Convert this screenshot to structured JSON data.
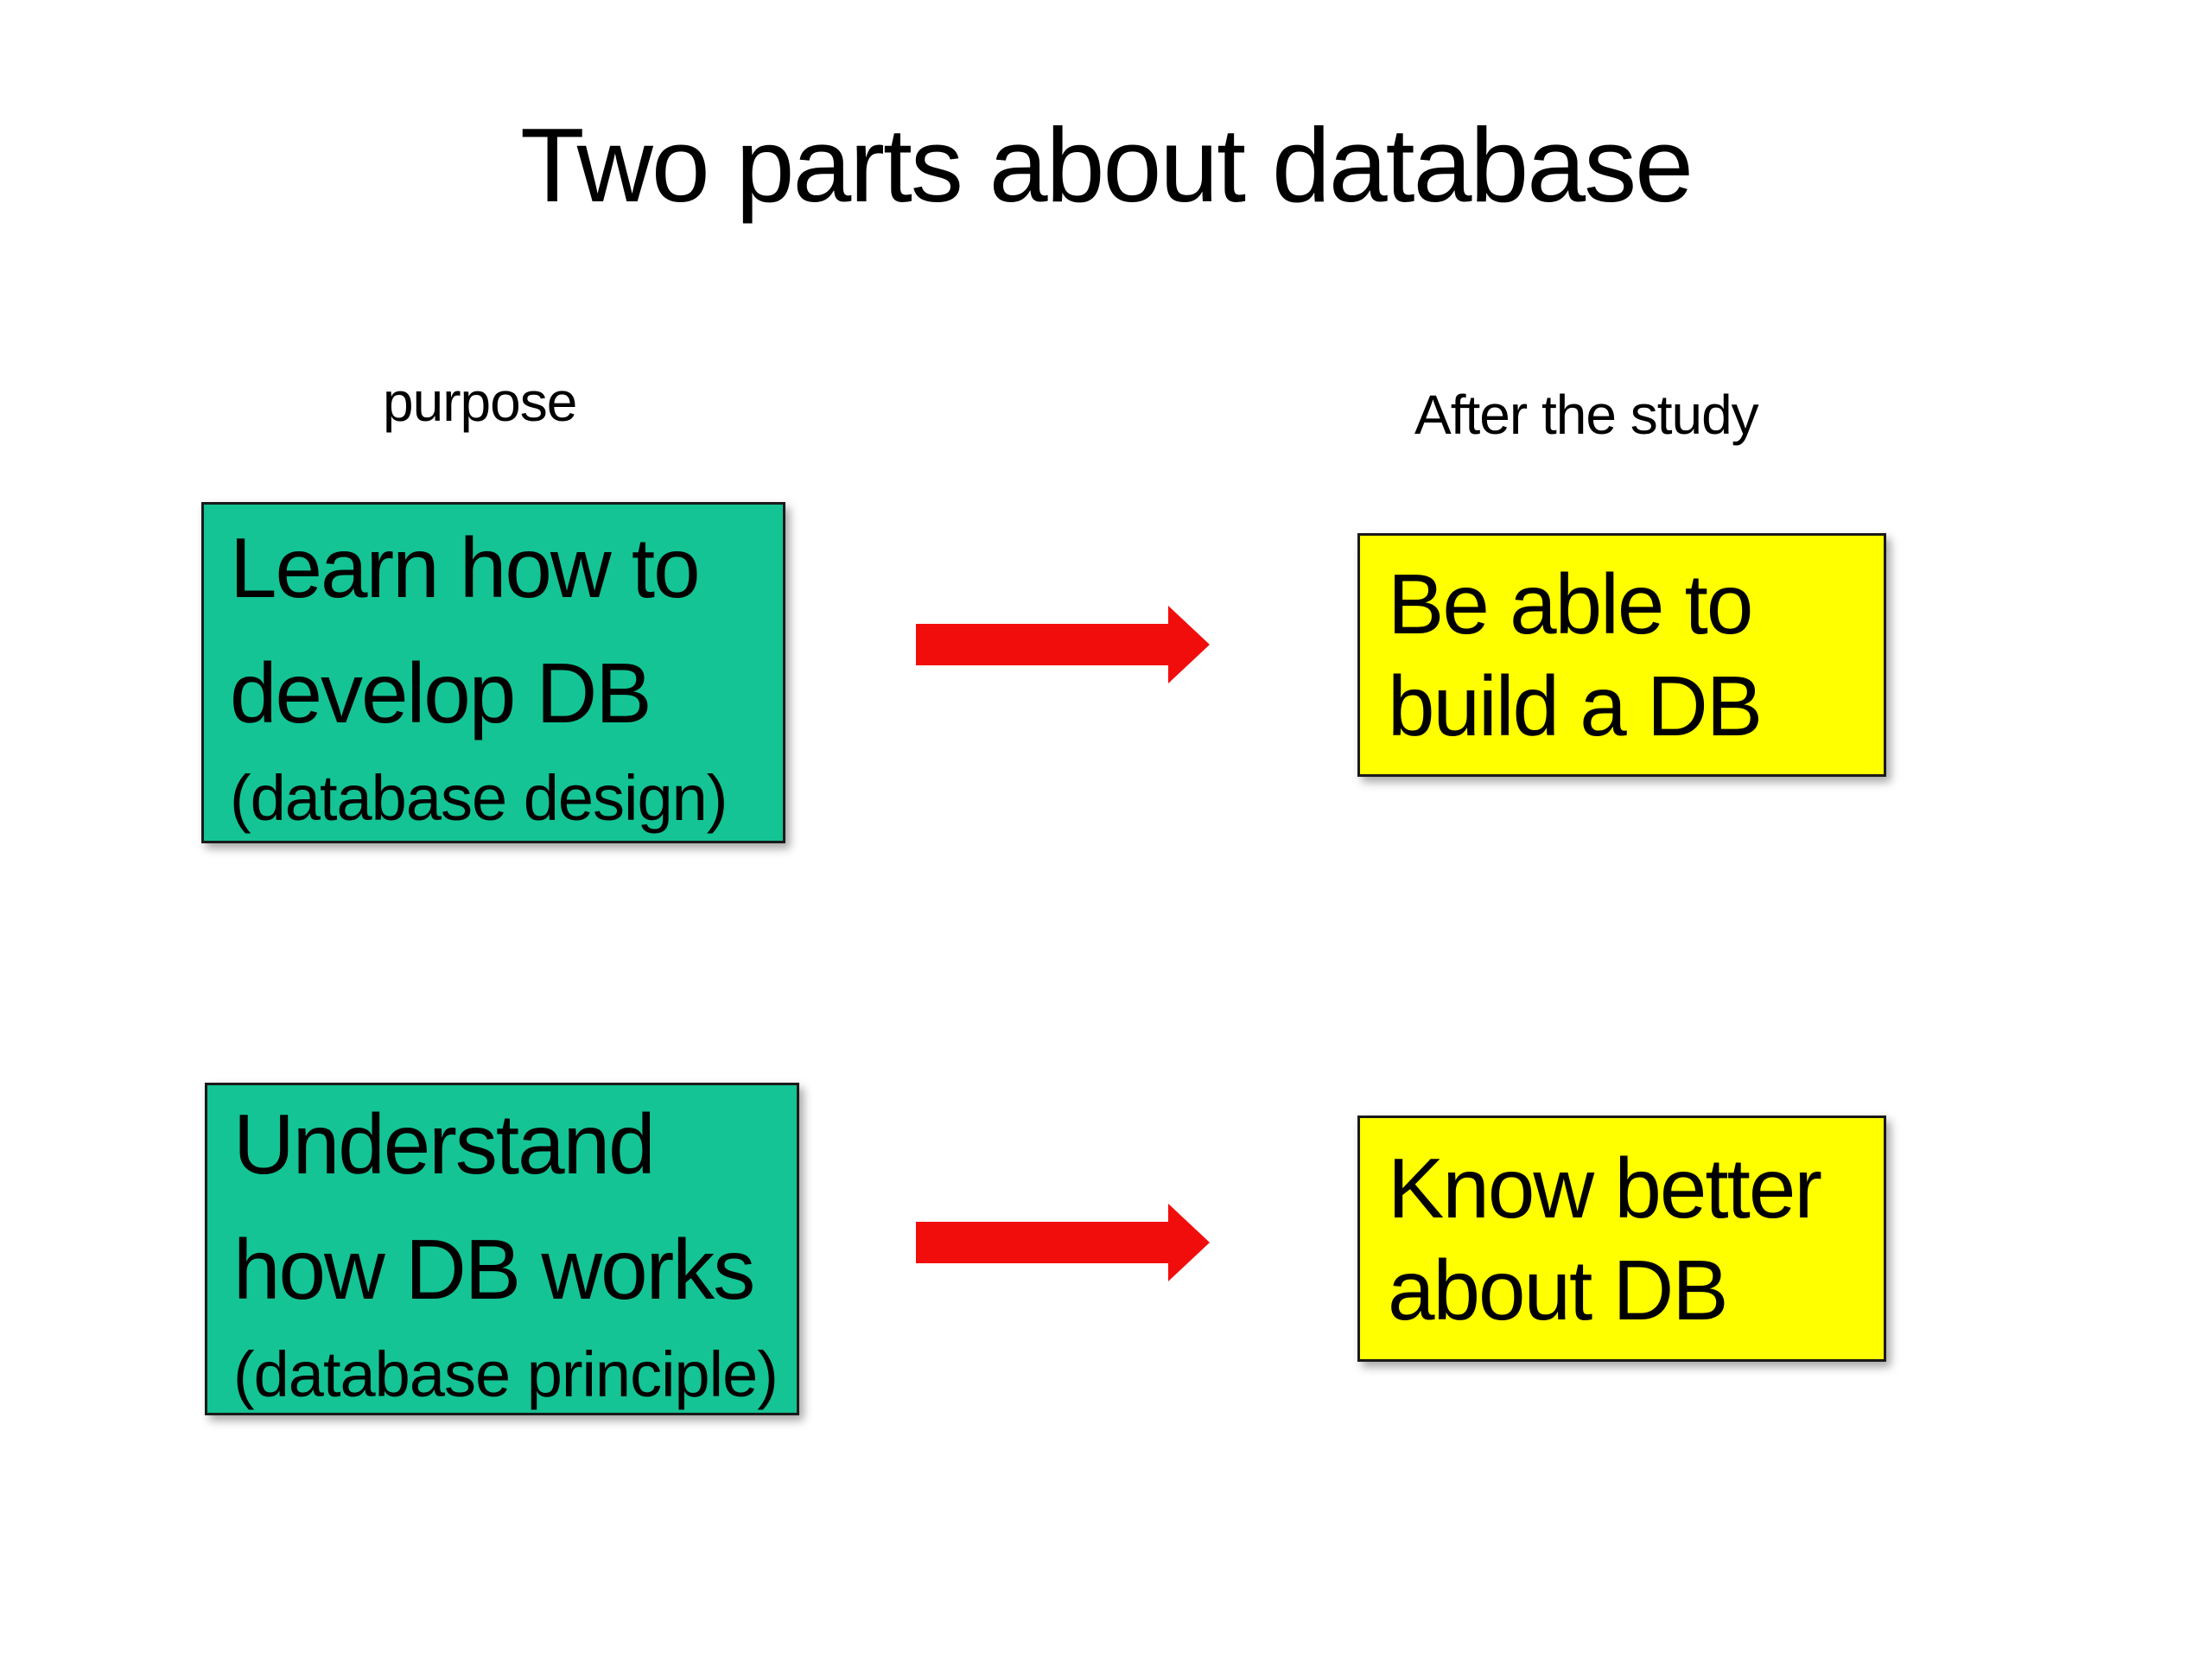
{
  "slide": {
    "title": "Two parts about database",
    "columns": {
      "left_label": "purpose",
      "right_label": "After the study"
    },
    "rows": [
      {
        "purpose": {
          "lines": [
            "Learn how to",
            "develop DB"
          ],
          "note": "(database design)"
        },
        "outcome": {
          "lines": [
            "Be able to",
            "build a DB"
          ]
        }
      },
      {
        "purpose": {
          "lines": [
            "Understand",
            "how DB works"
          ],
          "note": "(database principle)"
        },
        "outcome": {
          "lines": [
            "Know better",
            "about DB"
          ]
        }
      }
    ],
    "colors": {
      "background": "#FFFFFF",
      "text": "#000000",
      "purpose_box_fill": "#14C494",
      "outcome_box_fill": "#FFFF00",
      "arrow": "#F20D0D",
      "box_border": "#1A1A1A"
    }
  }
}
